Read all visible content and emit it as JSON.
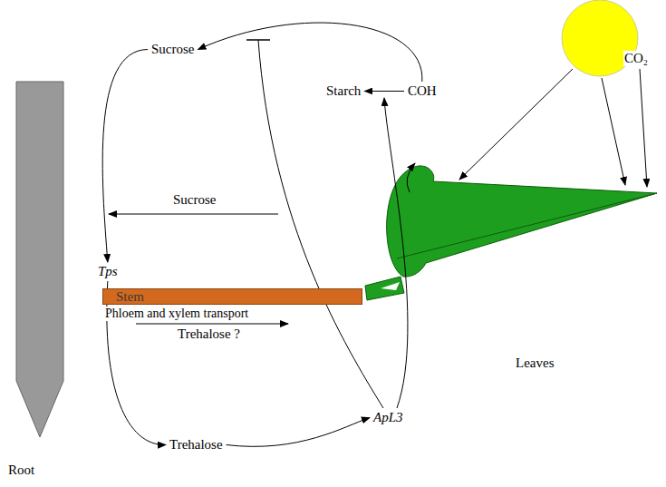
{
  "diagram": {
    "nodes": [
      {
        "text": [
          "Sucrose"
        ]
      },
      {
        "text": [
          "Starch"
        ]
      },
      {
        "text": [
          "COH"
        ]
      },
      {
        "text": [
          "Tps"
        ]
      },
      {
        "text": [
          "Trehalose"
        ]
      },
      {
        "text": [
          "ApL3"
        ]
      },
      {
        "text": [
          "Stem"
        ]
      }
    ],
    "edges": [
      {
        "from": 2,
        "to": 0,
        "arrow": "to"
      },
      {
        "from": 0,
        "to": 3,
        "arrow": "to"
      },
      {
        "from": 3,
        "to": 4,
        "arrow": "to"
      },
      {
        "from": 4,
        "to": 5,
        "arrow": "to"
      },
      {
        "from": 2,
        "to": 1,
        "arrow": "to"
      }
    ],
    "labels": [
      "Sucrose",
      "Phloem and xylem transport",
      "Trehalose ?",
      "Leaves",
      "Root",
      "CO₂"
    ]
  }
}
